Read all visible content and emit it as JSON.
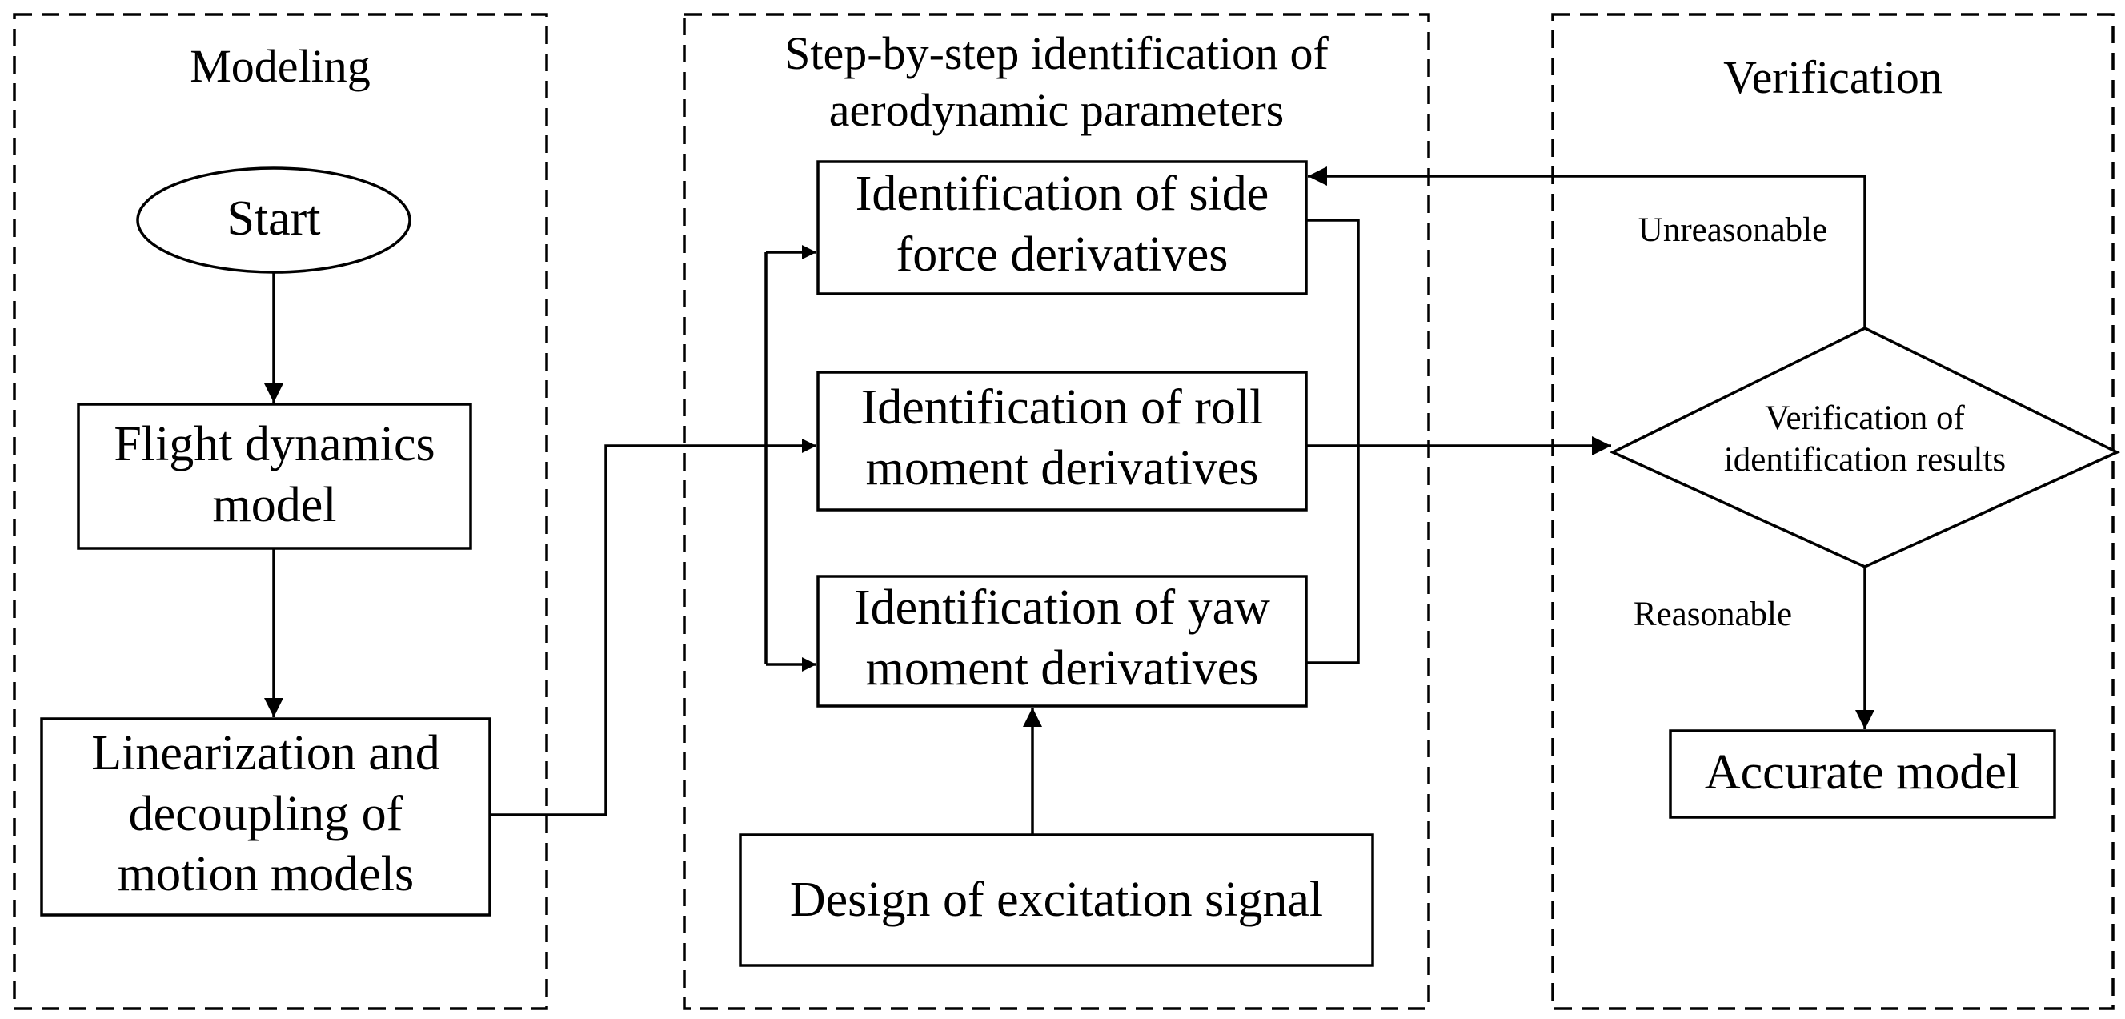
{
  "panels": {
    "modeling": "Modeling",
    "identification_line1": "Step-by-step identification of",
    "identification_line2": "aerodynamic parameters",
    "verification": "Verification"
  },
  "nodes": {
    "start": "Start",
    "flight_model_line1": "Flight dynamics",
    "flight_model_line2": "model",
    "linearization_line1": "Linearization and",
    "linearization_line2": "decoupling of",
    "linearization_line3": "motion models",
    "side_force_line1": "Identification of side",
    "side_force_line2": "force derivatives",
    "roll_moment_line1": "Identification of roll",
    "roll_moment_line2": "moment derivatives",
    "yaw_moment_line1": "Identification of yaw",
    "yaw_moment_line2": "moment derivatives",
    "excitation": "Design of excitation signal",
    "verify_line1": "Verification of",
    "verify_line2": "identification results",
    "accurate": "Accurate model"
  },
  "edges": {
    "unreasonable": "Unreasonable",
    "reasonable": "Reasonable"
  }
}
